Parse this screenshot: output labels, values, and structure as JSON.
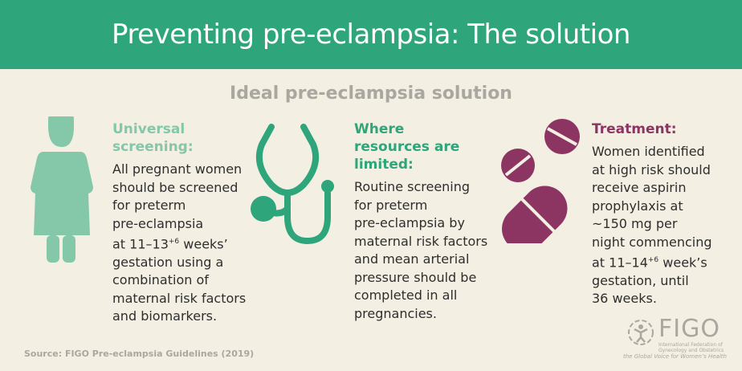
{
  "header": {
    "title": "Preventing pre-eclampsia: The solution"
  },
  "subtitle": "Ideal pre-eclampsia solution",
  "columns": [
    {
      "heading": [
        "Universal",
        "screening:"
      ],
      "body": [
        "All pregnant women",
        "should be screened",
        "for preterm",
        "pre-eclampsia",
        "at 11–13",
        "+6",
        " weeks’",
        "gestation using a",
        "combination of",
        "maternal risk factors",
        "and biomarkers."
      ]
    },
    {
      "heading": [
        "Where",
        "resources are",
        "limited:"
      ],
      "body": [
        "Routine screening",
        "for preterm",
        "pre-eclampsia by",
        "maternal risk factors",
        "and mean arterial",
        "pressure should be",
        "completed in all",
        "pregnancies."
      ]
    },
    {
      "heading": [
        "Treatment:"
      ],
      "body": [
        "Women identified",
        "at high risk should",
        "receive aspirin",
        "prophylaxis at",
        "~150 mg per",
        "night commencing",
        "at 11–14",
        "+6",
        " week’s",
        "gestation, until",
        "36 weeks."
      ]
    }
  ],
  "source": "Source: FIGO Pre-eclampsia Guidelines (2019)",
  "logo": {
    "name": "FIGO",
    "subtitle": [
      "International Federation of",
      "Gynecology and Obstetrics"
    ],
    "tagline": "the Global Voice for Women’s Health"
  },
  "colors": {
    "header": "#2ea57a",
    "light_green": "#84c7a9",
    "purple": "#8c3563",
    "background": "#f3efe2"
  },
  "icons": [
    "nurse-icon",
    "stethoscope-icon",
    "pills-icon"
  ]
}
